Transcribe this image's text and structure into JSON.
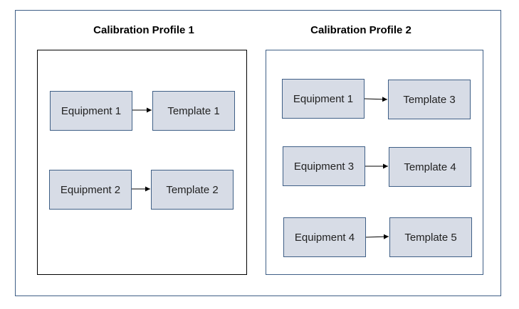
{
  "profiles": [
    {
      "title": "Calibration Profile 1",
      "mappings": [
        {
          "equipment": "Equipment 1",
          "template": "Template 1"
        },
        {
          "equipment": "Equipment 2",
          "template": "Template 2"
        }
      ]
    },
    {
      "title": "Calibration Profile 2",
      "mappings": [
        {
          "equipment": "Equipment 1",
          "template": "Template 3"
        },
        {
          "equipment": "Equipment 3",
          "template": "Template 4"
        },
        {
          "equipment": "Equipment 4",
          "template": "Template 5"
        }
      ]
    }
  ],
  "colors": {
    "box_fill": "#d7dce6",
    "box_border": "#3f5f86",
    "outer_border": "#3f5f86",
    "arrow": "#000000"
  }
}
